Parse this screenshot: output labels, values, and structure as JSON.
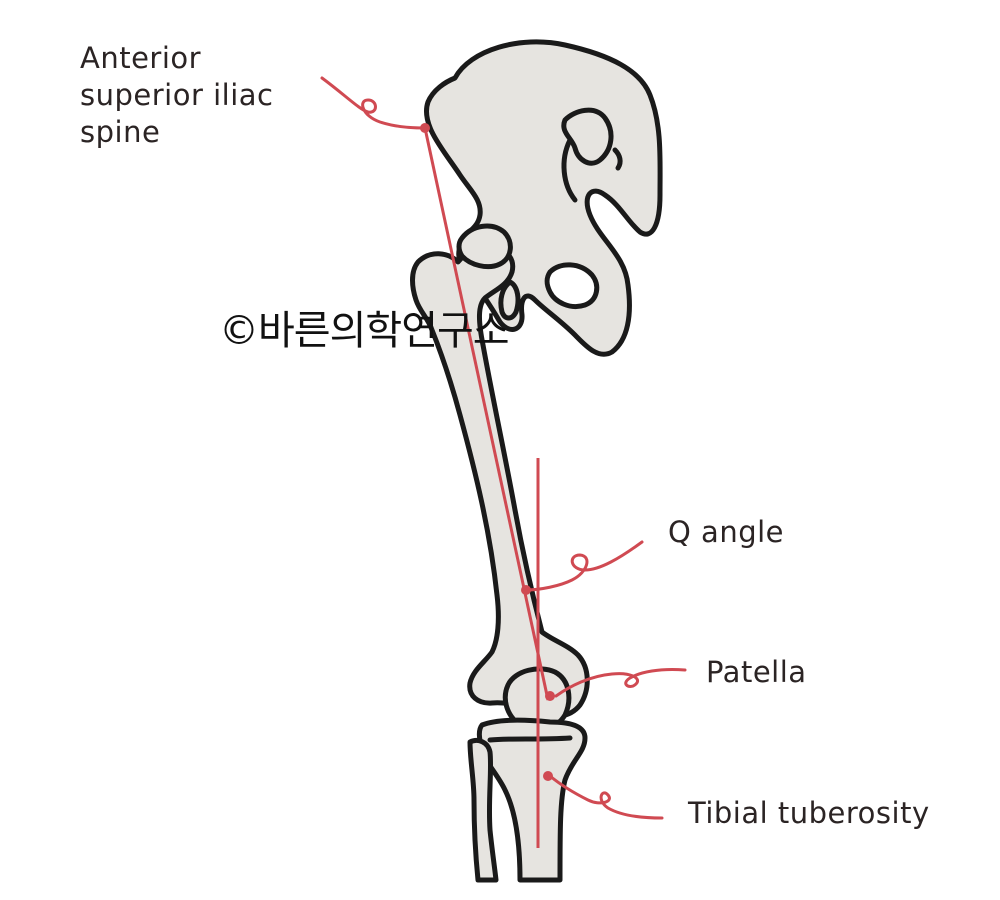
{
  "labels": {
    "asis_line1": "Anterior",
    "asis_line2": "superior iliac",
    "asis_line3": "spine",
    "q_angle": "Q angle",
    "patella": "Patella",
    "tibial_tuberosity": "Tibial tuberosity"
  },
  "watermark": "©바른의학연구소",
  "colors": {
    "bone_fill": "#e6e4e0",
    "bone_outline": "#1a1a1a",
    "accent_red": "#d04a52"
  }
}
